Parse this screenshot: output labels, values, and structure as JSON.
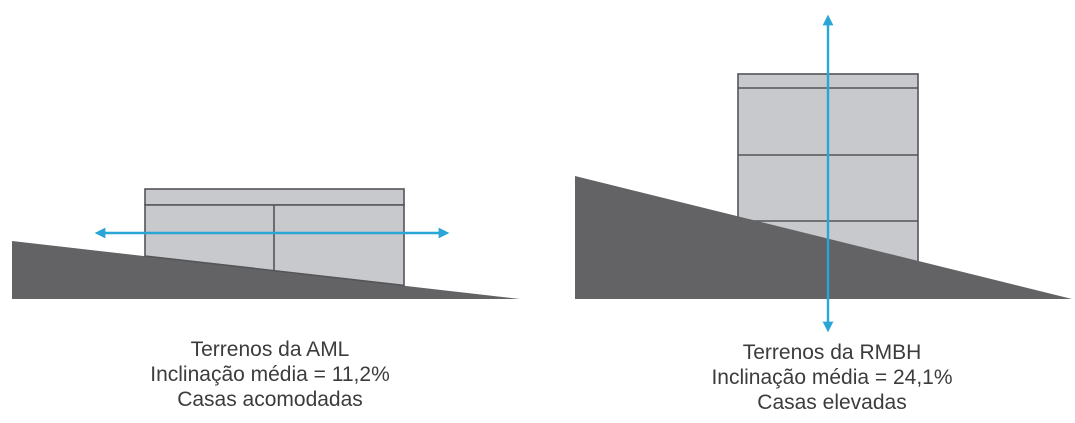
{
  "colors": {
    "terrain": "#636366",
    "house_fill": "#c8c9cc",
    "house_line": "#545559",
    "arrow": "#2aa6d6",
    "caption_text": "#3c3c3c"
  },
  "panels": [
    {
      "id": "aml",
      "caption": {
        "line1": "Terrenos da AML",
        "line2": "Inclinação média = 11,2%",
        "line3": "Casas acomodadas"
      },
      "arrow_direction": "horizontal"
    },
    {
      "id": "rmbh",
      "caption": {
        "line1": "Terrenos da RMBH",
        "line2": "Inclinação média = 24,1%",
        "line3": "Casas elevadas"
      },
      "arrow_direction": "vertical"
    }
  ]
}
